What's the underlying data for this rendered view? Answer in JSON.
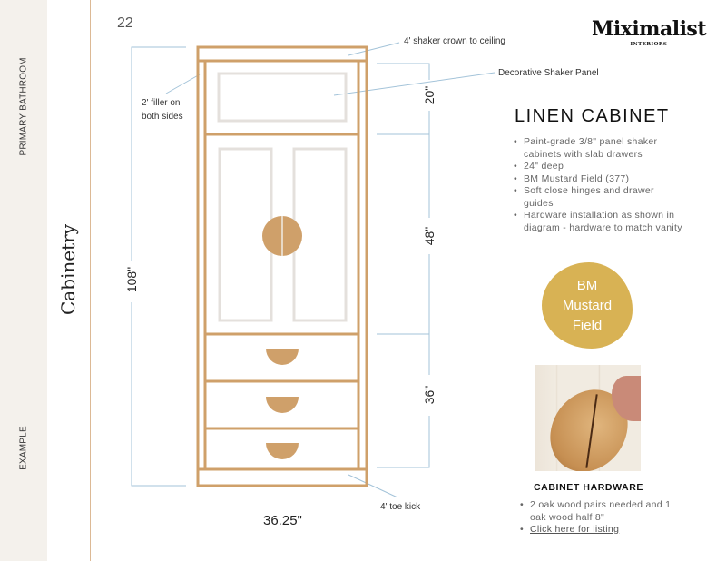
{
  "page_number": "22",
  "sidebar": {
    "section": "PRIMARY BATHROOM",
    "title": "Cabinetry",
    "footer": "EXAMPLE"
  },
  "logo": {
    "name": "Miximalist",
    "sub": "INTERIORS"
  },
  "callouts": {
    "crown": "4' shaker crown to ceiling",
    "panel": "Decorative Shaker Panel",
    "filler_line1": "2' filler on",
    "filler_line2": "both sides",
    "toe_kick": "4' toe kick"
  },
  "dimensions": {
    "height": "108\"",
    "width": "36.25\"",
    "upper": "20\"",
    "doors": "48\"",
    "drawers": "36\""
  },
  "spec": {
    "title": "LINEN CABINET",
    "items": [
      "Paint-grade 3/8\" panel shaker cabinets with slab drawers",
      "24\" deep",
      "BM Mustard Field (377)",
      "Soft close hinges and drawer guides",
      "Hardware installation as shown in diagram - hardware to match vanity"
    ]
  },
  "swatch": {
    "line1": "BM",
    "line2": "Mustard",
    "line3": "Field",
    "color": "#d8b254"
  },
  "hardware": {
    "title": "CABINET HARDWARE",
    "items": [
      "2 oak wood pairs needed and 1 oak wood half 8\""
    ],
    "link": "Click here for listing"
  },
  "colors": {
    "cabinet": "#cfa06a",
    "panel": "#e4e0dc",
    "dimension": "#a3c3d9"
  }
}
